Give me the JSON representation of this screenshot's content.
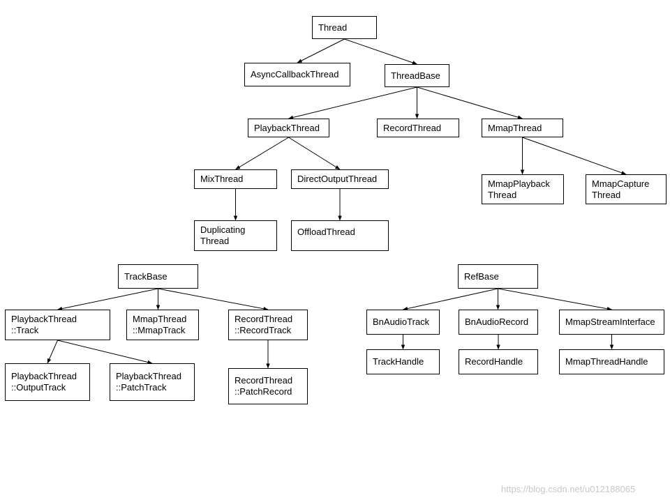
{
  "nodes": {
    "thread": [
      "Thread"
    ],
    "async": [
      "AsyncCallbackThread"
    ],
    "threadbase": [
      "ThreadBase"
    ],
    "playbackthread": [
      "PlaybackThread"
    ],
    "recordthread": [
      "RecordThread"
    ],
    "mmapthread": [
      "MmapThread"
    ],
    "mixthread": [
      "MixThread"
    ],
    "directoutput": [
      "DirectOutputThread"
    ],
    "mmapplayback": [
      "MmapPlayback",
      "Thread"
    ],
    "mmapcapture": [
      "MmapCapture",
      "Thread"
    ],
    "duplicating": [
      "Duplicating",
      "Thread"
    ],
    "offload": [
      "OffloadThread"
    ],
    "trackbase": [
      "TrackBase"
    ],
    "refbase": [
      "RefBase"
    ],
    "pt_track": [
      "PlaybackThread",
      "::Track"
    ],
    "mmaptrack": [
      "MmapThread",
      "::MmapTrack"
    ],
    "rt_recordtrack": [
      "RecordThread",
      "::RecordTrack"
    ],
    "bnaudiotrack": [
      "BnAudioTrack"
    ],
    "bnaudiorecord": [
      "BnAudioRecord"
    ],
    "mmapstream": [
      "MmapStreamInterface"
    ],
    "pt_outputtrack": [
      "PlaybackThread",
      "::OutputTrack"
    ],
    "pt_patchtrack": [
      "PlaybackThread",
      "::PatchTrack"
    ],
    "rt_patchrecord": [
      "RecordThread",
      "::PatchRecord"
    ],
    "trackhandle": [
      "TrackHandle"
    ],
    "recordhandle": [
      "RecordHandle"
    ],
    "mmapthreadhandle": [
      "MmapThreadHandle"
    ]
  },
  "edges": [
    [
      "thread",
      "async"
    ],
    [
      "thread",
      "threadbase"
    ],
    [
      "threadbase",
      "playbackthread"
    ],
    [
      "threadbase",
      "recordthread"
    ],
    [
      "threadbase",
      "mmapthread"
    ],
    [
      "playbackthread",
      "mixthread"
    ],
    [
      "playbackthread",
      "directoutput"
    ],
    [
      "mmapthread",
      "mmapplayback"
    ],
    [
      "mmapthread",
      "mmapcapture"
    ],
    [
      "mixthread",
      "duplicating"
    ],
    [
      "directoutput",
      "offload"
    ],
    [
      "trackbase",
      "pt_track"
    ],
    [
      "trackbase",
      "mmaptrack"
    ],
    [
      "trackbase",
      "rt_recordtrack"
    ],
    [
      "pt_track",
      "pt_outputtrack"
    ],
    [
      "pt_track",
      "pt_patchtrack"
    ],
    [
      "rt_recordtrack",
      "rt_patchrecord"
    ],
    [
      "refbase",
      "bnaudiotrack"
    ],
    [
      "refbase",
      "bnaudiorecord"
    ],
    [
      "refbase",
      "mmapstream"
    ],
    [
      "bnaudiotrack",
      "trackhandle"
    ],
    [
      "bnaudiorecord",
      "recordhandle"
    ],
    [
      "mmapstream",
      "mmapthreadhandle"
    ]
  ],
  "watermark": "https://blog.csdn.net/u012188065"
}
